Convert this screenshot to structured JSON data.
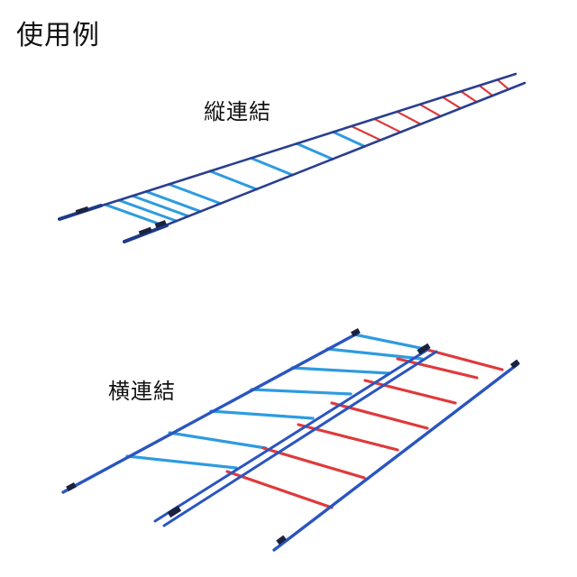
{
  "page": {
    "title": "使用例"
  },
  "figures": [
    {
      "id": "vertical",
      "label": "縦連結",
      "description": "Two agility ladders connected end-to-end (vertical connection)",
      "rung_counts": {
        "blue": 9,
        "red": 8
      }
    },
    {
      "id": "horizontal",
      "label": "横連結",
      "description": "Two agility ladders connected side-by-side (horizontal connection)",
      "rung_counts": {
        "blue": 7,
        "red": 7
      }
    }
  ],
  "colors": {
    "rail": "#2a4fb0",
    "rail_dark": "#1d3a8a",
    "rung_blue": "#2e9be0",
    "rung_red": "#e0393b",
    "buckle": "#1a2240",
    "background": "#ffffff",
    "text": "#111111"
  }
}
